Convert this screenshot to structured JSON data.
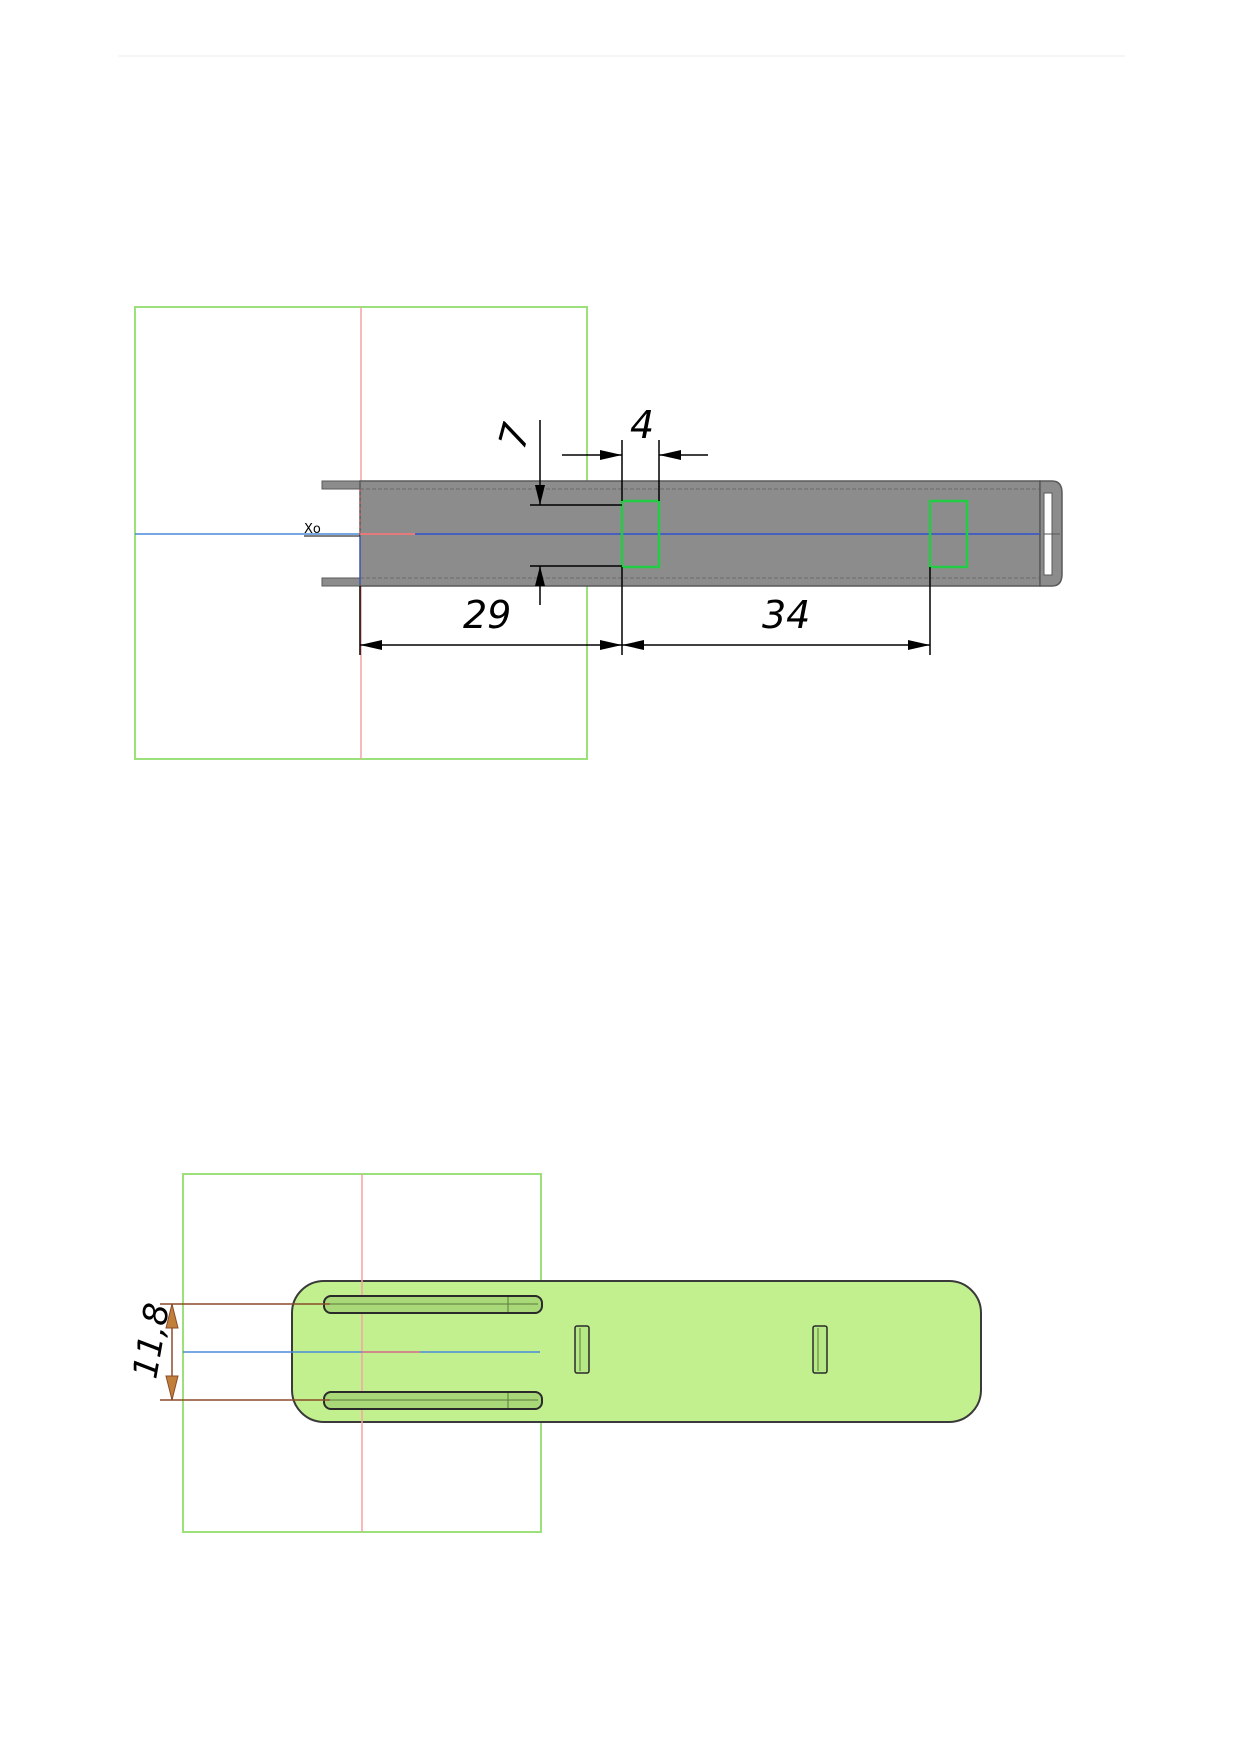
{
  "colors": {
    "frame": "#9be07a",
    "axis_vertical": "#f4a4a4",
    "axis_horizontal": "#4a8ad8",
    "part_side": "#8c8c8c",
    "part_side_edge": "#5a5a5a",
    "part_top": "#c3f08f",
    "part_top_edge": "#3a3a3a",
    "slot_outline": "#22cc44",
    "dimension": "#000000",
    "dimension_brown": "#8b4a2a"
  },
  "top_view": {
    "axis_label": "Xo",
    "dimensions": {
      "height": "7",
      "slot_width": "4",
      "offset_first": "29",
      "spacing": "34"
    }
  },
  "bottom_view": {
    "dimensions": {
      "rail_gap": "11,8"
    }
  }
}
